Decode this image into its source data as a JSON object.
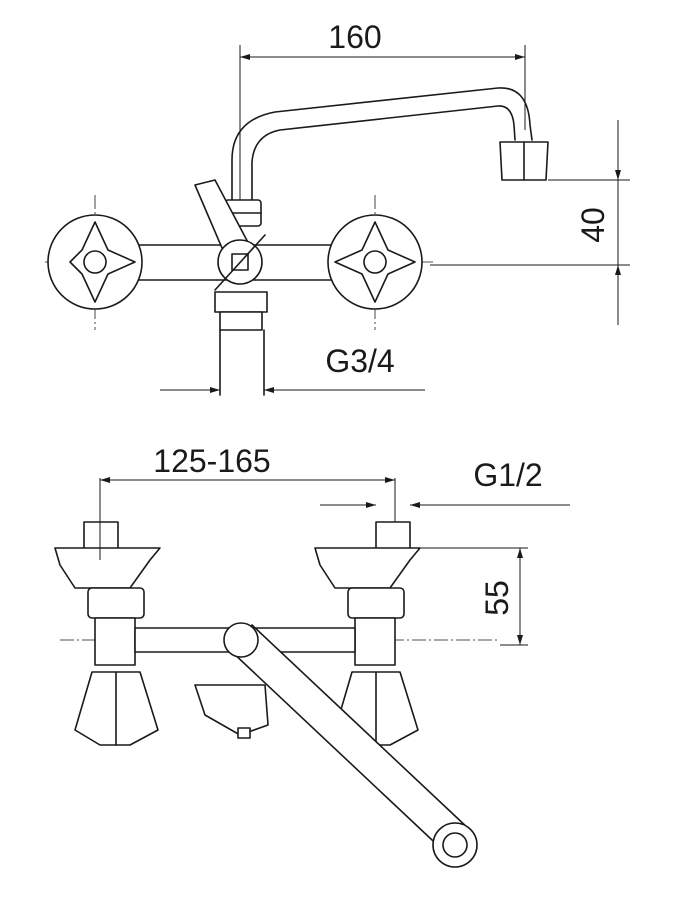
{
  "title": "Wall-mounted mixer tap technical drawing",
  "front_view": {
    "spout_reach": "160",
    "spout_height": "40",
    "inlet_thread": "G3/4"
  },
  "side_view": {
    "center_distance": "125-165",
    "connection_thread": "G1/2",
    "height": "55"
  }
}
